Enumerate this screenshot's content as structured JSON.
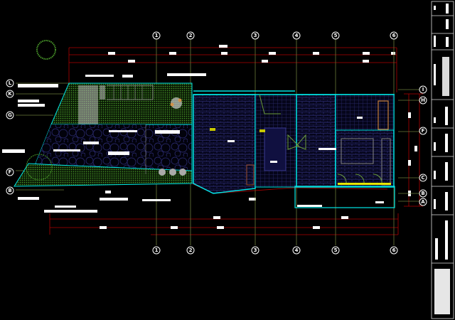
{
  "drawing": {
    "type": "floor-plan",
    "colors": {
      "background": "#000000",
      "wall": "#00e5e5",
      "dimension": "#b00000",
      "grid_axis": "#6b7a3a",
      "floor_tile": "#2a2a6a",
      "garden": "#3f8f2a",
      "label_bg": "#ffffff",
      "highlight": "#e5e500"
    },
    "grid_top": [
      "1",
      "2",
      "3",
      "4",
      "5",
      "6"
    ],
    "grid_bottom": [
      "1",
      "2",
      "3",
      "4",
      "5",
      "6"
    ],
    "grid_left": [
      "L",
      "K",
      "G",
      "F",
      "B"
    ],
    "grid_right": [
      "I",
      "H",
      "F",
      "C",
      "B",
      "A"
    ]
  }
}
